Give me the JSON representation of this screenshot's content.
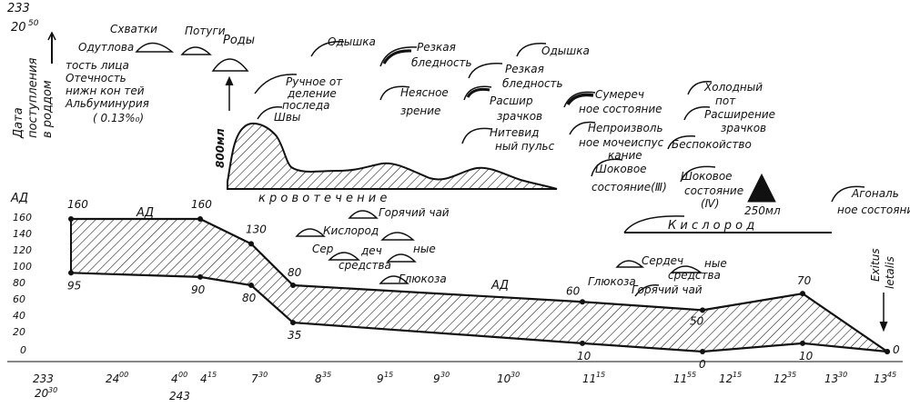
{
  "header": {
    "date_top": "233",
    "time_top": "20",
    "time_top_sup": "50",
    "side_label_line1": "Дата",
    "side_label_line2": "поступления",
    "side_label_line3": "в роддом"
  },
  "birth_events": [
    "Схватки",
    "Потуги",
    "Роды"
  ],
  "note_left": [
    "Одутлова",
    "тость лица",
    "Отечность",
    "нижн кон тей",
    "Альбуминурия",
    "( 0.13%₀)"
  ],
  "placenta_note": [
    "Ручное от",
    "деление",
    "последа",
    "Швы"
  ],
  "blood_volume": "800мл",
  "bleeding_label": "к р о в о т е ч е н и е",
  "symptoms": {
    "a": "Одышка",
    "b": [
      "Резкая",
      "бледность"
    ],
    "c": [
      "Неясное",
      "зрение"
    ],
    "d": "Одышка",
    "e": [
      "Резкая",
      "бледность"
    ],
    "f": [
      "Расшир",
      "зрачков"
    ],
    "g": [
      "Нитевид",
      "ный пульс"
    ],
    "h": [
      "Сумереч",
      "ное состояние"
    ],
    "i": [
      "Непроизволь",
      "ное мочеиспус",
      "кание"
    ],
    "j": [
      "Шоковое",
      "состояние(Ⅲ)"
    ],
    "k": [
      "Холодный",
      "пот"
    ],
    "l": [
      "Расширение",
      "зрачков"
    ],
    "m": "Беспокойство",
    "n": [
      "Шоковое",
      "состояние",
      "(Ⅳ)"
    ],
    "o": "250мл",
    "p": [
      "Агональ",
      "ное состояние"
    ]
  },
  "treatments": {
    "hot_tea": "Горячий чай",
    "oxygen": "Кислород",
    "cardiac_line1_a": "Сер",
    "cardiac_line1_b": "деч",
    "cardiac_line1_c": "ные",
    "cardiac_line2": "средства",
    "glucose": "Глюкоза",
    "glucose2": "Глюкоза",
    "cardiac2_a": "Сердеч",
    "cardiac2_b": "ные",
    "cardiac2_line2": "средства",
    "hot_tea2": "Горячий чай",
    "oxygen_long": "К и с л о р о д"
  },
  "bp_chart": {
    "axis_title": "АД",
    "ad_label_1": "АД",
    "ad_label_2": "АД",
    "y_ticks": [
      "160",
      "140",
      "120",
      "100",
      "80",
      "60",
      "40",
      "20",
      "0"
    ],
    "outcome_line1": "Exitus",
    "outcome_line2": "letalis"
  },
  "chart_data": {
    "type": "area",
    "ylim": [
      0,
      160
    ],
    "x_labels": [
      {
        "main": "24",
        "sup": "00"
      },
      {
        "main": "4",
        "sup": "00"
      },
      {
        "main": "4",
        "sup": "15"
      },
      {
        "main": "7",
        "sup": "30"
      },
      {
        "main": "8",
        "sup": "35"
      },
      {
        "main": "9",
        "sup": "15"
      },
      {
        "main": "9",
        "sup": "30"
      },
      {
        "main": "10",
        "sup": "30"
      },
      {
        "main": "11",
        "sup": "15"
      },
      {
        "main": "11",
        "sup": "55"
      },
      {
        "main": "12",
        "sup": "15"
      },
      {
        "main": "12",
        "sup": "35"
      },
      {
        "main": "13",
        "sup": "30"
      },
      {
        "main": "13",
        "sup": "45"
      }
    ],
    "x_date_start": {
      "date": "233",
      "time": "20",
      "sup": "30"
    },
    "x_date_next": "243",
    "series": [
      {
        "name": "systolic",
        "values": [
          160,
          160,
          130,
          80,
          60,
          50,
          70,
          0
        ],
        "labels": [
          "160",
          "160",
          "130",
          "80",
          "60",
          "50",
          "70",
          "0"
        ]
      },
      {
        "name": "diastolic",
        "values": [
          95,
          90,
          80,
          35,
          10,
          0,
          10,
          0
        ],
        "labels": [
          "95",
          "90",
          "80",
          "35",
          "10",
          "0",
          "10",
          ""
        ]
      }
    ]
  }
}
